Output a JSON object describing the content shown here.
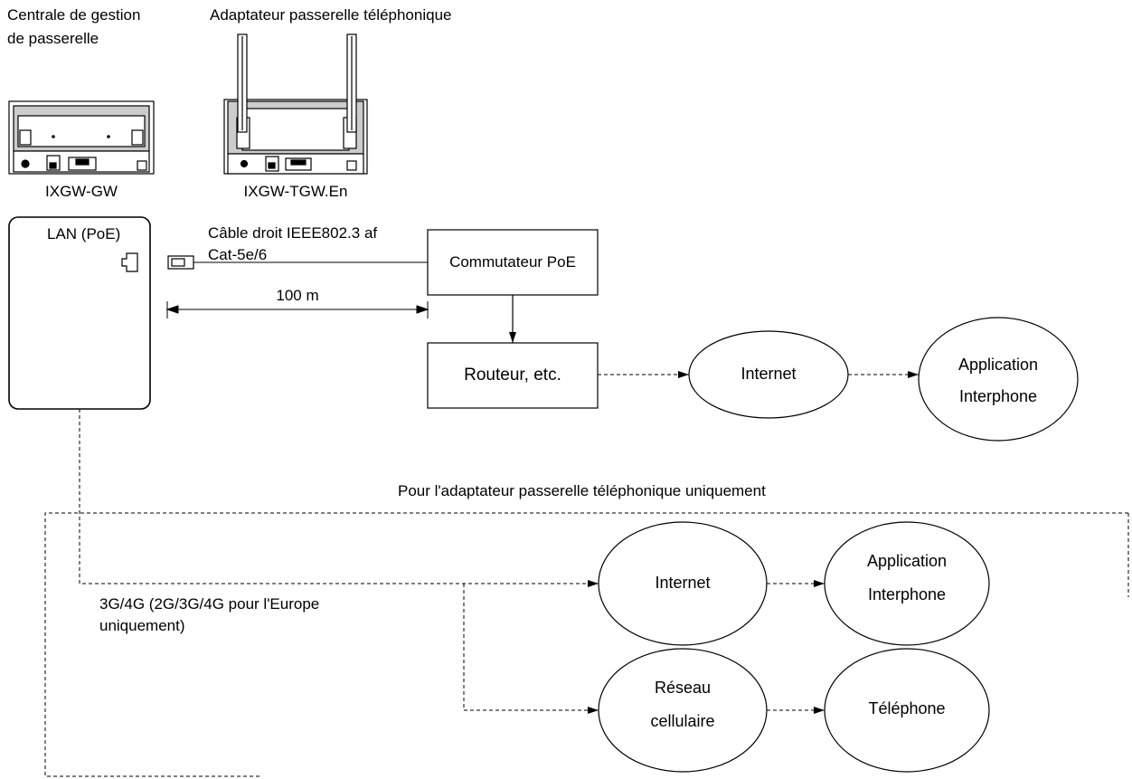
{
  "devices": {
    "gateway": {
      "title_line1": "Centrale de gestion",
      "title_line2": "de passerelle",
      "model": "IXGW-GW",
      "port_label": "LAN (PoE)"
    },
    "adaptor": {
      "title": "Adaptateur passerelle téléphonique",
      "model": "IXGW-TGW.En"
    }
  },
  "cable": {
    "label_line1": "Câble droit IEEE802.3 af",
    "label_line2": "Cat-5e/6",
    "distance": "100 m"
  },
  "nodes": {
    "poe_switch": "Commutateur PoE",
    "router": "Routeur, etc.",
    "internet_top": "Internet",
    "app_top_line1": "Application",
    "app_top_line2": "Interphone",
    "internet_bottom": "Internet",
    "app_bottom_line1": "Application",
    "app_bottom_line2": "Interphone",
    "cellular_line1": "Réseau",
    "cellular_line2": "cellulaire",
    "telephone": "Téléphone"
  },
  "cellular_section": {
    "title": "Pour l'adaptateur passerelle téléphonique uniquement",
    "network_line1": "3G/4G (2G/3G/4G pour l'Europe",
    "network_line2": "uniquement)"
  }
}
